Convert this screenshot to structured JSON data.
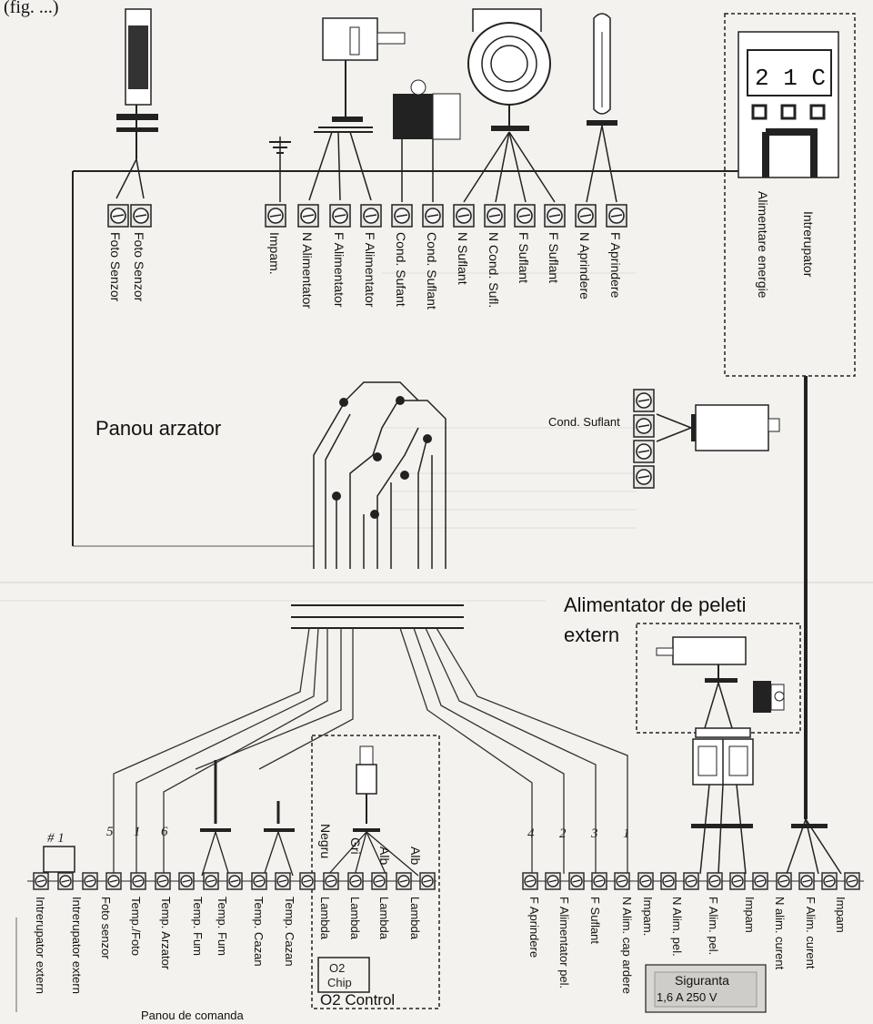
{
  "header_fragment": "(fig. ...)",
  "top_panel": {
    "title": "Panou arzator",
    "terminals_left": [
      "Foto Senzor",
      "Foto Senzor"
    ],
    "terminals_main": [
      "Impam.",
      "N Alimentator",
      "F Alimentator",
      "F Alimentator",
      "Cond. Sufant",
      "Cond. Suflant",
      "N Suflant",
      "N Cond. Sufl.",
      "F Suflant",
      "F Suflant",
      "N Aprindere",
      "F Aprindere"
    ],
    "power_box": {
      "display": "2 1 C",
      "labels": [
        "Alimentare energie",
        "Intrerupator"
      ]
    },
    "side_block_label": "Cond. Suflant"
  },
  "external_feeder": {
    "title_line1": "Alimentator de peleti",
    "title_line2": "extern"
  },
  "bottom_panel": {
    "title": "Panou de comanda",
    "wire_numbers_left": [
      "# 1",
      "5",
      "1",
      "6"
    ],
    "wire_numbers_right": [
      "4",
      "2",
      "3",
      "1"
    ],
    "wire_colors": [
      "Negru",
      "Gri",
      "Alb",
      "Alb"
    ],
    "terminals_left": [
      "Intrerupator extern",
      "Intrerupator extern",
      "Foto senzor",
      "Temp./Foto",
      "Temp. Arzator",
      "Temp. Fum",
      "Temp. Fum",
      "Temp. Cazan",
      "Temp. Cazan",
      "Lambda",
      "Lambda",
      "Lambda",
      "Lambda"
    ],
    "o2_chip": "O2\nChip",
    "o2_label": "O2 Control",
    "terminals_right": [
      "F Aprindere",
      "F Alimentator pel.",
      "F Suflant",
      "N Alim. cap ardere",
      "Impam.",
      "N Alim. pel.",
      "F Alim. pel.",
      "Impam",
      "N alim. curent",
      "F Alim. curent",
      "Impam"
    ],
    "fuse": {
      "line1": "Siguranta",
      "line2": "1,6 A 250 V"
    }
  },
  "colors": {
    "ink": "#1a1a1a",
    "paper": "#f4f2ee",
    "scan_gray": "#9a9a9a"
  }
}
